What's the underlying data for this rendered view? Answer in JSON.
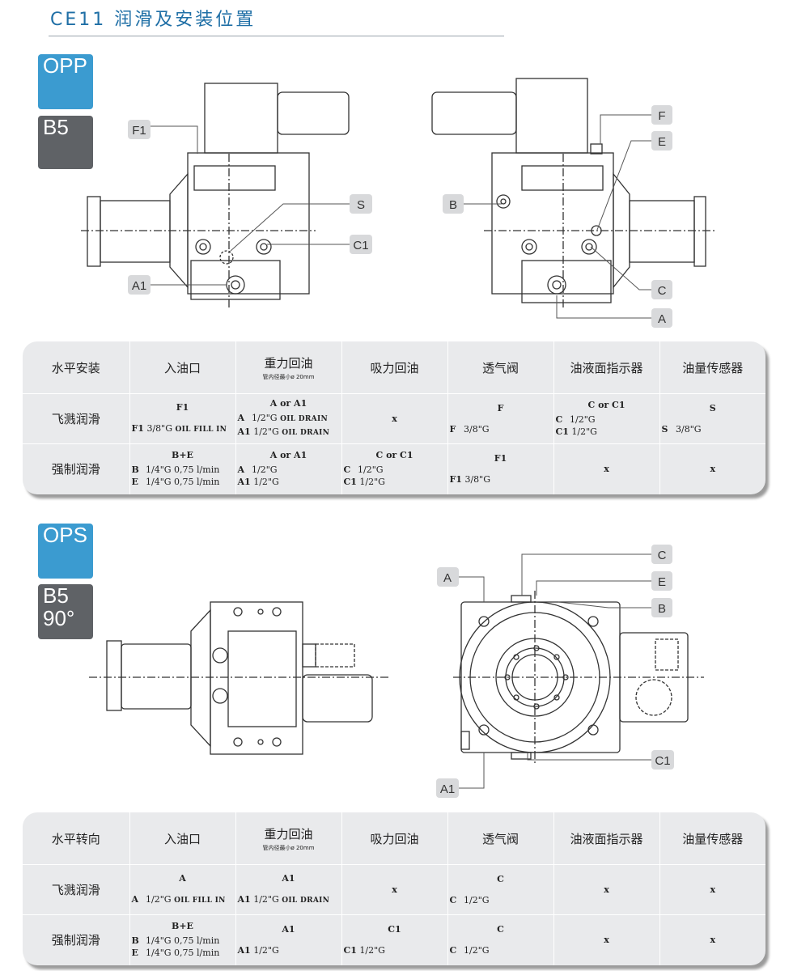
{
  "title": "CE11 润滑及安装位置",
  "section1": {
    "tags": [
      "OPP",
      "B5"
    ],
    "callouts_left": [
      "F1",
      "S",
      "C1",
      "A1"
    ],
    "callouts_right": [
      "F",
      "E",
      "B",
      "C",
      "A"
    ]
  },
  "table1": {
    "headers": [
      "水平安装",
      "入油口",
      "重力回油",
      "吸力回油",
      "透气阀",
      "油液面指示器",
      "油量传感器"
    ],
    "header_sub": "管内径最小ø 20mm",
    "rows": [
      {
        "label": "飞溅润滑",
        "cells": [
          {
            "top": "F1",
            "lines": [
              [
                "F1",
                "3/8\"G",
                "OIL FILL IN"
              ]
            ]
          },
          {
            "top": "A or A1",
            "lines": [
              [
                "A",
                "1/2\"G",
                "OIL DRAIN"
              ],
              [
                "A1",
                "1/2\"G",
                "OIL DRAIN"
              ]
            ]
          },
          {
            "x": "x"
          },
          {
            "top": "F",
            "lines": [
              [
                "F",
                "3/8\"G",
                ""
              ]
            ]
          },
          {
            "top": "C or C1",
            "lines": [
              [
                "C",
                "1/2\"G",
                ""
              ],
              [
                "C1",
                "1/2\"G",
                ""
              ]
            ]
          },
          {
            "top": "S",
            "lines": [
              [
                "S",
                "3/8\"G",
                ""
              ]
            ]
          }
        ]
      },
      {
        "label": "强制润滑",
        "cells": [
          {
            "top": "B+E",
            "lines": [
              [
                "B",
                "1/4\"G 0,75 l/min",
                ""
              ],
              [
                "E",
                "1/4\"G 0,75 l/min",
                ""
              ]
            ]
          },
          {
            "top": "A or A1",
            "lines": [
              [
                "A",
                "1/2\"G",
                ""
              ],
              [
                "A1",
                "1/2\"G",
                ""
              ]
            ]
          },
          {
            "top": "C or C1",
            "lines": [
              [
                "C",
                "1/2\"G",
                ""
              ],
              [
                "C1",
                "1/2\"G",
                ""
              ]
            ]
          },
          {
            "top": "F1",
            "lines": [
              [
                "F1",
                "3/8\"G",
                ""
              ]
            ]
          },
          {
            "x": "x"
          },
          {
            "x": "x"
          }
        ]
      }
    ]
  },
  "section2": {
    "tags": [
      "OPS",
      "B5",
      "90°"
    ],
    "callouts": [
      "C",
      "E",
      "B",
      "A",
      "C1",
      "A1"
    ]
  },
  "table2": {
    "headers": [
      "水平转向",
      "入油口",
      "重力回油",
      "吸力回油",
      "透气阀",
      "油液面指示器",
      "油量传感器"
    ],
    "header_sub": "管内径最小ø 20mm",
    "rows": [
      {
        "label": "飞溅润滑",
        "cells": [
          {
            "top": "A",
            "lines": [
              [
                "A",
                "1/2\"G",
                "OIL FILL IN"
              ]
            ]
          },
          {
            "top": "A1",
            "lines": [
              [
                "A1",
                "1/2\"G",
                "OIL DRAIN"
              ]
            ]
          },
          {
            "x": "x"
          },
          {
            "top": "C",
            "lines": [
              [
                "C",
                "1/2\"G",
                ""
              ]
            ]
          },
          {
            "x": "x"
          },
          {
            "x": "x"
          }
        ]
      },
      {
        "label": "强制润滑",
        "cells": [
          {
            "top": "B+E",
            "lines": [
              [
                "B",
                "1/4\"G 0,75 l/min",
                ""
              ],
              [
                "E",
                "1/4\"G 0,75 l/min",
                ""
              ]
            ]
          },
          {
            "top": "A1",
            "lines": [
              [
                "A1",
                "1/2\"G",
                ""
              ]
            ]
          },
          {
            "top": "C1",
            "lines": [
              [
                "C1",
                "1/2\"G",
                ""
              ]
            ]
          },
          {
            "top": "C",
            "lines": [
              [
                "C",
                "1/2\"G",
                ""
              ]
            ]
          },
          {
            "x": "x"
          },
          {
            "x": "x"
          }
        ]
      }
    ]
  }
}
